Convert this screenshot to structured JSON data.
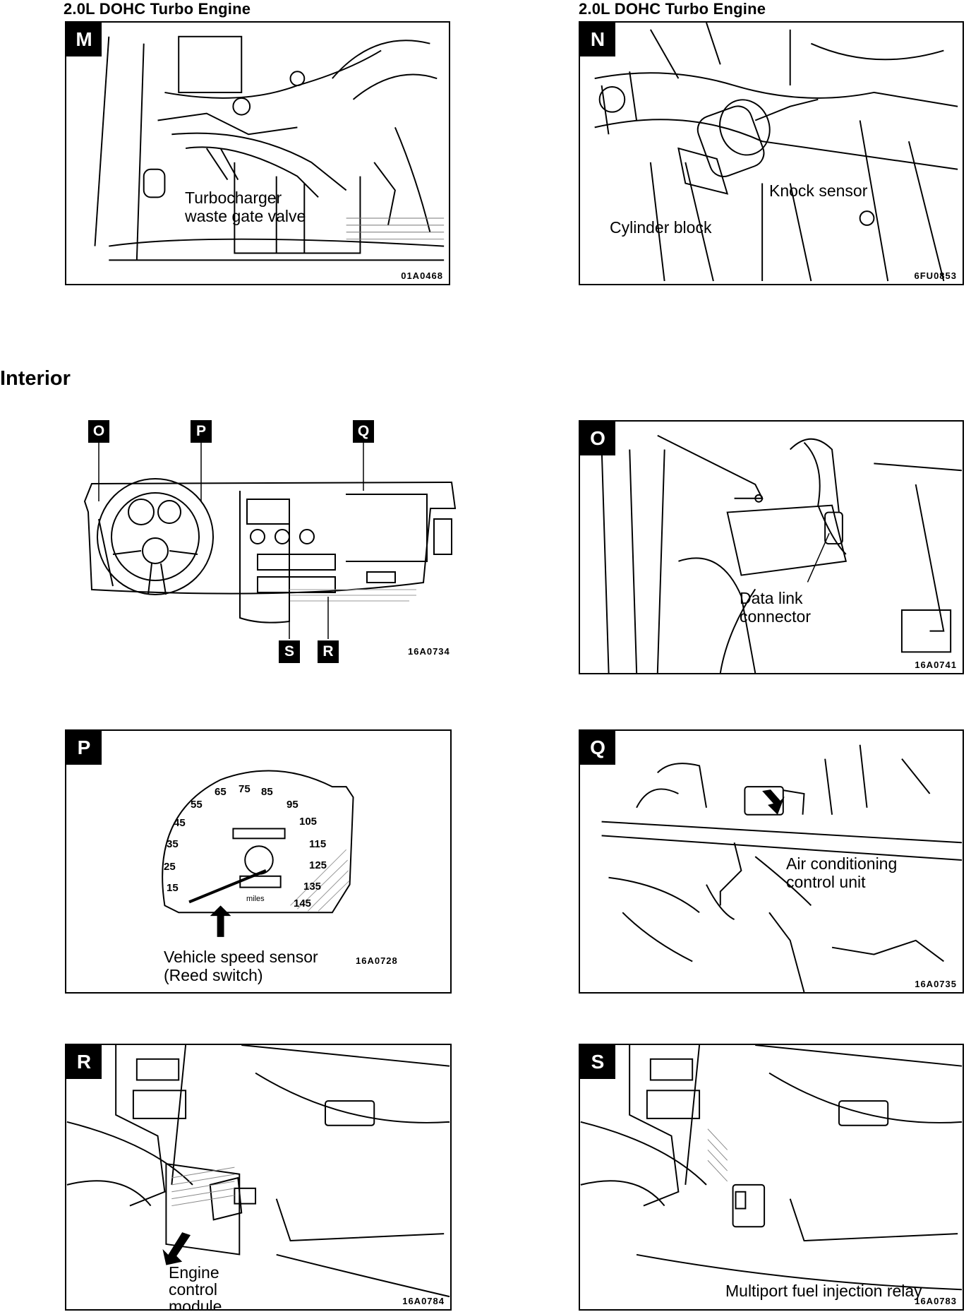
{
  "headings": {
    "left_top": "2.0L DOHC Turbo Engine",
    "right_top": "2.0L DOHC Turbo Engine",
    "interior": "Interior"
  },
  "panels": {
    "M": {
      "letter": "M",
      "code": "01A0468",
      "label_line1": "Turbocharger",
      "label_line2": "waste gate valve"
    },
    "N": {
      "letter": "N",
      "code": "6FU0853",
      "label_knock": "Knock sensor",
      "label_block": "Cylinder block"
    },
    "overview": {
      "code": "16A0734",
      "callouts": [
        "O",
        "P",
        "Q",
        "S",
        "R"
      ]
    },
    "O": {
      "letter": "O",
      "code": "16A0741",
      "label_line1": "Data link",
      "label_line2": "connector"
    },
    "P": {
      "letter": "P",
      "code": "16A0728",
      "label_line1": "Vehicle speed sensor",
      "label_line2": "(Reed switch)",
      "gauge_numbers": [
        "15",
        "25",
        "35",
        "45",
        "55",
        "65",
        "75",
        "85",
        "95",
        "105",
        "115",
        "125",
        "135",
        "145"
      ],
      "gauge_unit": "miles"
    },
    "Q": {
      "letter": "Q",
      "code": "16A0735",
      "label_line1": "Air conditioning",
      "label_line2": "control unit"
    },
    "R": {
      "letter": "R",
      "code": "16A0784",
      "label_line1": "Engine",
      "label_line2": "control",
      "label_line3": "module"
    },
    "S": {
      "letter": "S",
      "code": "16A0783",
      "label": "Multiport fuel injection relay"
    }
  }
}
